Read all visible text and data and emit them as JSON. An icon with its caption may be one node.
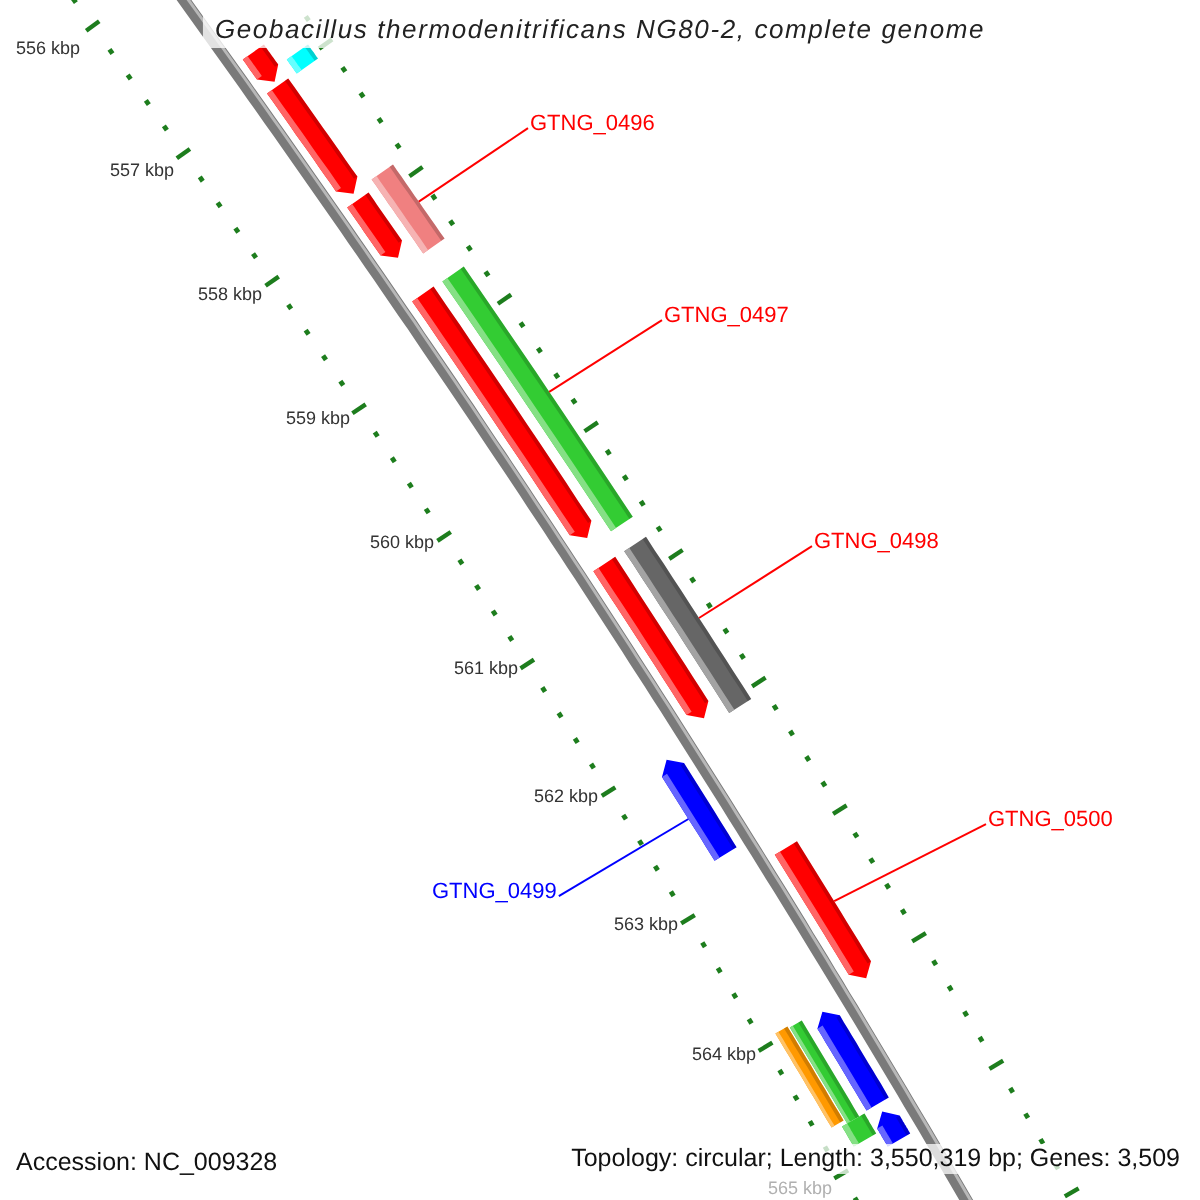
{
  "diagram": {
    "title": "Geobacillus thermodenitrificans NG80-2, complete genome",
    "nodes": [
      {
        "text": [],
        "shape": "pentagon"
      },
      {
        "text": [],
        "shape": "bar"
      },
      {
        "text": [],
        "shape": "pentagon"
      },
      {
        "text": [
          "GTNG_0496"
        ]
      },
      {
        "text": [],
        "shape": "bar"
      },
      {
        "text": [],
        "shape": "pentagon"
      },
      {
        "text": [],
        "shape": "bar"
      },
      {
        "text": [],
        "shape": "pentagon"
      },
      {
        "text": [
          "GTNG_0497"
        ]
      },
      {
        "text": [
          "GTNG_0498"
        ]
      },
      {
        "text": [],
        "shape": "bar"
      },
      {
        "text": [],
        "shape": "pentagon"
      },
      {
        "text": [],
        "shape": "pentagon"
      },
      {
        "text": [
          "GTNG_0500"
        ]
      },
      {
        "text": [],
        "shape": "pentagon"
      },
      {
        "text": [
          "GTNG_0499"
        ]
      },
      {
        "text": [],
        "shape": "pentagon"
      },
      {
        "text": [],
        "shape": "bar"
      },
      {
        "text": [],
        "shape": "bar"
      },
      {
        "text": [],
        "shape": "pentagon"
      },
      {
        "text": [],
        "shape": "bar"
      }
    ],
    "edges": [
      {
        "from": 3,
        "to": 4,
        "arrow": "none"
      },
      {
        "from": 8,
        "to": 6,
        "arrow": "none"
      },
      {
        "from": 9,
        "to": 10,
        "arrow": "none"
      },
      {
        "from": 13,
        "to": 14,
        "arrow": "none"
      },
      {
        "from": 15,
        "to": 12,
        "arrow": "none",
        "color": "#0000ff"
      }
    ],
    "labels": [
      "556 kbp",
      "557 kbp",
      "558 kbp",
      "559 kbp",
      "560 kbp",
      "561 kbp",
      "562 kbp",
      "563 kbp",
      "564 kbp",
      "565 kbp",
      "Accession: NC_009328",
      "Topology: circular; Length: 3,550,319 bp; Genes: 3,509"
    ]
  }
}
